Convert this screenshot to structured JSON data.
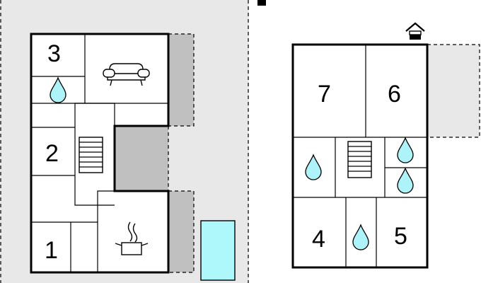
{
  "colors": {
    "background": "#ffffff",
    "plot": "#e8e8e8",
    "terrace": "#c0c0c0",
    "water": "#aef2fa",
    "pool": "#aef7fb",
    "walls": "#000000"
  },
  "house_left": {
    "rooms": [
      {
        "label": "3"
      },
      {
        "label": "2"
      },
      {
        "label": "1"
      }
    ],
    "icons": [
      "water-drop-icon",
      "sofa-icon",
      "stairs-icon",
      "cooking-pot-icon"
    ]
  },
  "house_right": {
    "rooms": [
      {
        "label": "7"
      },
      {
        "label": "6"
      },
      {
        "label": "4"
      },
      {
        "label": "5"
      }
    ],
    "icons": [
      "house-marker-icon",
      "water-drop-icon",
      "stairs-icon"
    ]
  }
}
